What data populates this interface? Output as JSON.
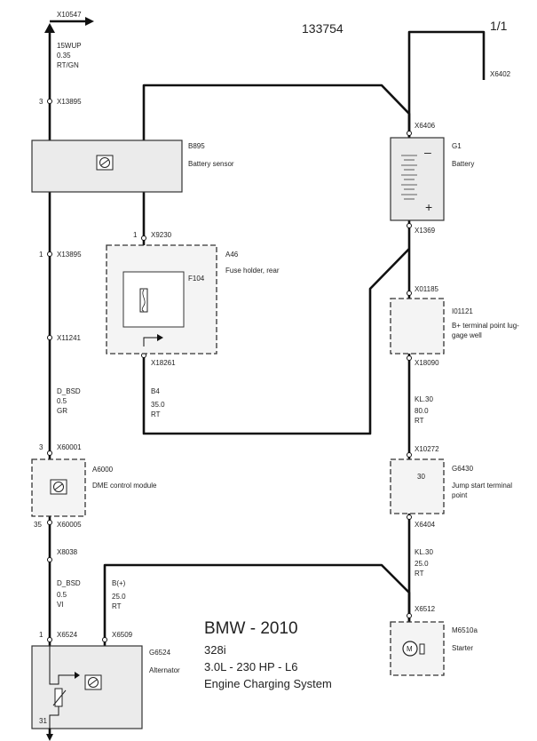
{
  "doc_id": "133754",
  "page": "1/1",
  "title": {
    "brand": "BMW - 2010",
    "model": "328i",
    "engine": "3.0L - 230 HP - L6",
    "system": "Engine Charging System"
  },
  "connectors": {
    "x10547": "X10547",
    "x13895_top": "X13895",
    "x13895_bot": "X13895",
    "x11241": "X11241",
    "x60001": "X60001",
    "x60005": "X60005",
    "x8038": "X8038",
    "x6524": "X6524",
    "x6509": "X6509",
    "x9230": "X9230",
    "x18261": "X18261",
    "x6402": "X6402",
    "x6406": "X6406",
    "x1369": "X1369",
    "x01185": "X01185",
    "x18090": "X18090",
    "x10272": "X10272",
    "x6404": "X6404",
    "x6512": "X6512"
  },
  "pins": {
    "p3_top": "3",
    "p1_left": "1",
    "p3_dme": "3",
    "p35": "35",
    "p1_alt": "1",
    "p1_fuse": "1",
    "p31": "31",
    "p30": "30"
  },
  "wires": {
    "w15wup": {
      "name": "15WUP",
      "gauge": "0.35",
      "color": "RT/GN"
    },
    "bsd1": {
      "name": "D_BSD",
      "gauge": "0.5",
      "color": "GR"
    },
    "bsd2": {
      "name": "D_BSD",
      "gauge": "0.5",
      "color": "VI"
    },
    "b_plus": {
      "name": "B(+)",
      "gauge": "25.0",
      "color": "RT"
    },
    "b4": {
      "name": "B4",
      "gauge": "35.0",
      "color": "RT"
    },
    "kl30a": {
      "name": "KL.30",
      "gauge": "80.0",
      "color": "RT"
    },
    "kl30b": {
      "name": "KL.30",
      "gauge": "25.0",
      "color": "RT"
    }
  },
  "components": {
    "b895": {
      "id": "B895",
      "name": "Battery sensor"
    },
    "g1": {
      "id": "G1",
      "name": "Battery"
    },
    "a46": {
      "id": "A46",
      "name": "Fuse holder, rear"
    },
    "f104": {
      "id": "F104"
    },
    "i01121": {
      "id": "I01121",
      "name_l1": "B+ terminal point lug-",
      "name_l2": "gage well"
    },
    "a6000": {
      "id": "A6000",
      "name": "DME control module"
    },
    "g6430": {
      "id": "G6430",
      "name_l1": "Jump start terminal",
      "name_l2": "point"
    },
    "m6510a": {
      "id": "M6510a",
      "name": "Starter"
    },
    "g6524": {
      "id": "G6524",
      "name": "Alternator"
    }
  },
  "battery_signs": {
    "minus": "–",
    "plus": "+"
  },
  "starter_symbol": "M"
}
